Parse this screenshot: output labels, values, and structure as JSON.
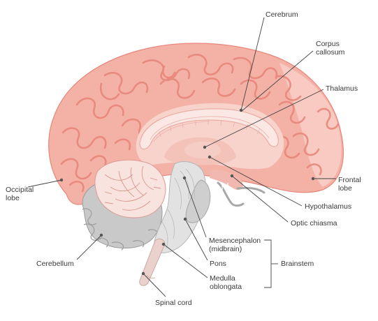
{
  "labels": {
    "cerebrum": "Cerebrum",
    "corpus_callosum_1": "Corpus",
    "corpus_callosum_2": "callosum",
    "thalamus": "Thalamus",
    "occipital_1": "Occipital",
    "occipital_2": "lobe",
    "frontal_1": "Frontal",
    "frontal_2": "lobe",
    "hypothalamus": "Hypothalamus",
    "optic_chiasma": "Optic chiasma",
    "mesencephalon_1": "Mesencephalon",
    "mesencephalon_2": "(midbrain)",
    "cerebellum": "Cerebellum",
    "pons": "Pons",
    "medulla_1": "Medulla",
    "medulla_2": "oblongata",
    "brainstem": "Brainstem",
    "spinal_cord": "Spinal cord"
  },
  "colors": {
    "cortex": "#f2a59a",
    "cortex_light": "#f7c2b8",
    "cortex_outline": "#e8877a",
    "inner": "#f6d7d1",
    "corpus": "#fbe4df",
    "brainstem": "#d9d9d9",
    "brainstem_dark": "#a8a8a8",
    "cerebellum": "#c9c9c9",
    "leader": "#444444",
    "dot": "#555555"
  }
}
